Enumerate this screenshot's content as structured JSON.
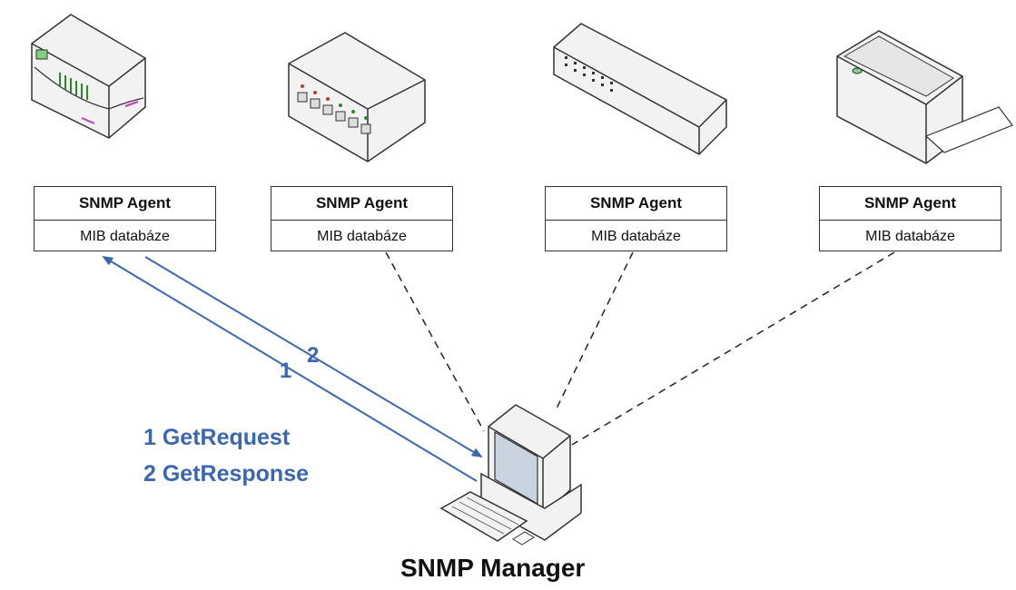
{
  "agents": [
    {
      "title": "SNMP Agent",
      "mib": "MIB databáze",
      "device": "modem-icon"
    },
    {
      "title": "SNMP Agent",
      "mib": "MIB databáze",
      "device": "network-switch-icon"
    },
    {
      "title": "SNMP Agent",
      "mib": "MIB databáze",
      "device": "rack-server-icon"
    },
    {
      "title": "SNMP Agent",
      "mib": "MIB databáze",
      "device": "printer-icon"
    }
  ],
  "legend": {
    "line1": "1 GetRequest",
    "line2": "2 GetResponse"
  },
  "arrow_labels": {
    "request": "1",
    "response": "2"
  },
  "manager": {
    "label": "SNMP Manager",
    "device": "computer-icon"
  },
  "colors": {
    "arrow": "#3b67b0",
    "device_fill": "#f2f2f2",
    "outline": "#333333"
  }
}
